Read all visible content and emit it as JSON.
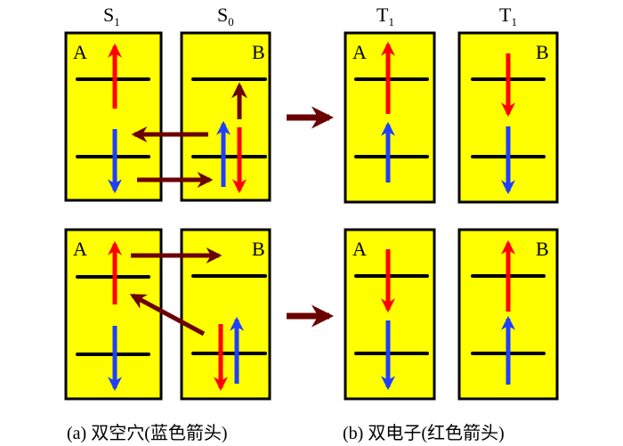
{
  "columns": [
    {
      "base": "S",
      "sub": "1"
    },
    {
      "base": "S",
      "sub": "0"
    },
    {
      "base": "T",
      "sub": "1"
    },
    {
      "base": "T",
      "sub": "1"
    }
  ],
  "site_labels": {
    "a": "A",
    "b": "B"
  },
  "captions": {
    "a": "(a) 双空穴(蓝色箭头)",
    "b": "(b) 双电子(红色箭头)"
  },
  "colors": {
    "box": "#ffff00",
    "red": "#ff0000",
    "blue": "#1f3fff",
    "transfer": "#6b0000"
  }
}
